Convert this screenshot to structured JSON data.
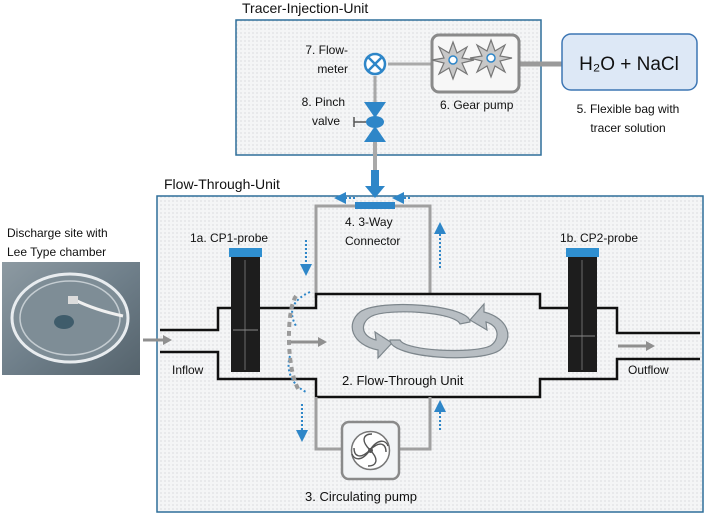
{
  "tracer_unit": {
    "title": "Tracer-Injection-Unit"
  },
  "flow_unit": {
    "title": "Flow-Through-Unit"
  },
  "labels": {
    "flowmeter_line1": "7. Flow-",
    "flowmeter_line2": "meter",
    "pinch_line1": "8. Pinch",
    "pinch_line2": "valve",
    "gear_pump": "6. Gear pump",
    "solution": "H₂O + NaCl",
    "bag_line1": "5. Flexible bag with",
    "bag_line2": "tracer solution",
    "connector_line1": "4. 3-Way",
    "connector_line2": "Connector",
    "discharge_line1": "Discharge site with",
    "discharge_line2": "Lee Type chamber",
    "cp1": "1a. CP1-probe",
    "cp2": "1b. CP2-probe",
    "inflow": "Inflow",
    "outflow": "Outflow",
    "flow_through": "2. Flow-Through Unit",
    "circ_pump": "3. Circulating  pump"
  },
  "colors": {
    "accent_blue": "#2e86c8",
    "probe_cap": "#2f8fd0",
    "panel_border": "#2f6f9a",
    "pipe_gray": "#a9a9a9"
  }
}
